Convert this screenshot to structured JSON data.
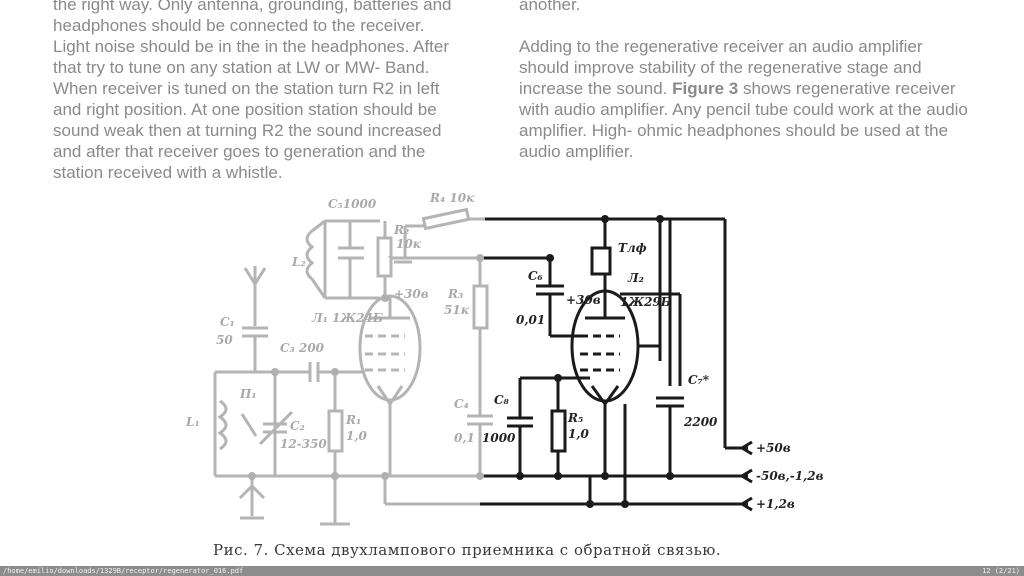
{
  "left_column": {
    "lines": [
      "the right way. Only antenna, grounding, batteries and",
      "headphones should be connected to the receiver.",
      "Light noise should be in the in the headphones. After",
      "that try to tune on any station at LW or MW- Band.",
      "When receiver is tuned on the station turn R2 in left",
      "and right position. At one position station should be",
      "sound weak then at turning R2 the sound increased",
      "and after that receiver goes to generation and the",
      "station received with a whistle."
    ]
  },
  "right_column": {
    "top_line": "another.",
    "para_before": "Adding to the regenerative receiver an audio amplifier should improve stability of the regenerative stage and increase the sound. ",
    "figure_ref": "Figure 3",
    "para_after": " shows regenerative receiver with audio amplifier. Any pencil tube could work at the audio amplifier. High- ohmic headphones should be used at the audio amplifier."
  },
  "schematic": {
    "labels": {
      "c5": "C₅1000",
      "l2": "L₂",
      "r2": "R₂",
      "r2v": "10к",
      "r4": "R₄ 10к",
      "c1": "C₁",
      "c1v": "50",
      "l1t": "Л₁ 1Ж24Б",
      "v30a": "+30в",
      "r3": "R₃",
      "r3v": "51к",
      "c3": "C₃ 200",
      "l1": "L₁",
      "p1": "П₁",
      "c2": "C₂",
      "c2v": "12-350",
      "r1": "R₁",
      "r1v": "1,0",
      "c4": "C₄",
      "c4v": "0,1",
      "tlf": "Тлф",
      "c6": "C₆",
      "c6v": "0,01",
      "v30b": "+30в",
      "l2t": "Л₂",
      "l2tv": "1Ж29Б",
      "c8": "C₈",
      "c8v": "1000",
      "r5": "R₅",
      "r5v": "1,0",
      "c7": "C₇*",
      "c7v": "2200",
      "t1": "+50в",
      "t2": "-50в,-1,2в",
      "t3": "+1,2в"
    },
    "caption": "Рис. 7. Схема двухлампового приемника с обратной связью."
  },
  "statusbar": {
    "path": "/home/emilio/downloads/1329B/receptor/regenerator_016.pdf",
    "page": "12 (2/21)"
  }
}
